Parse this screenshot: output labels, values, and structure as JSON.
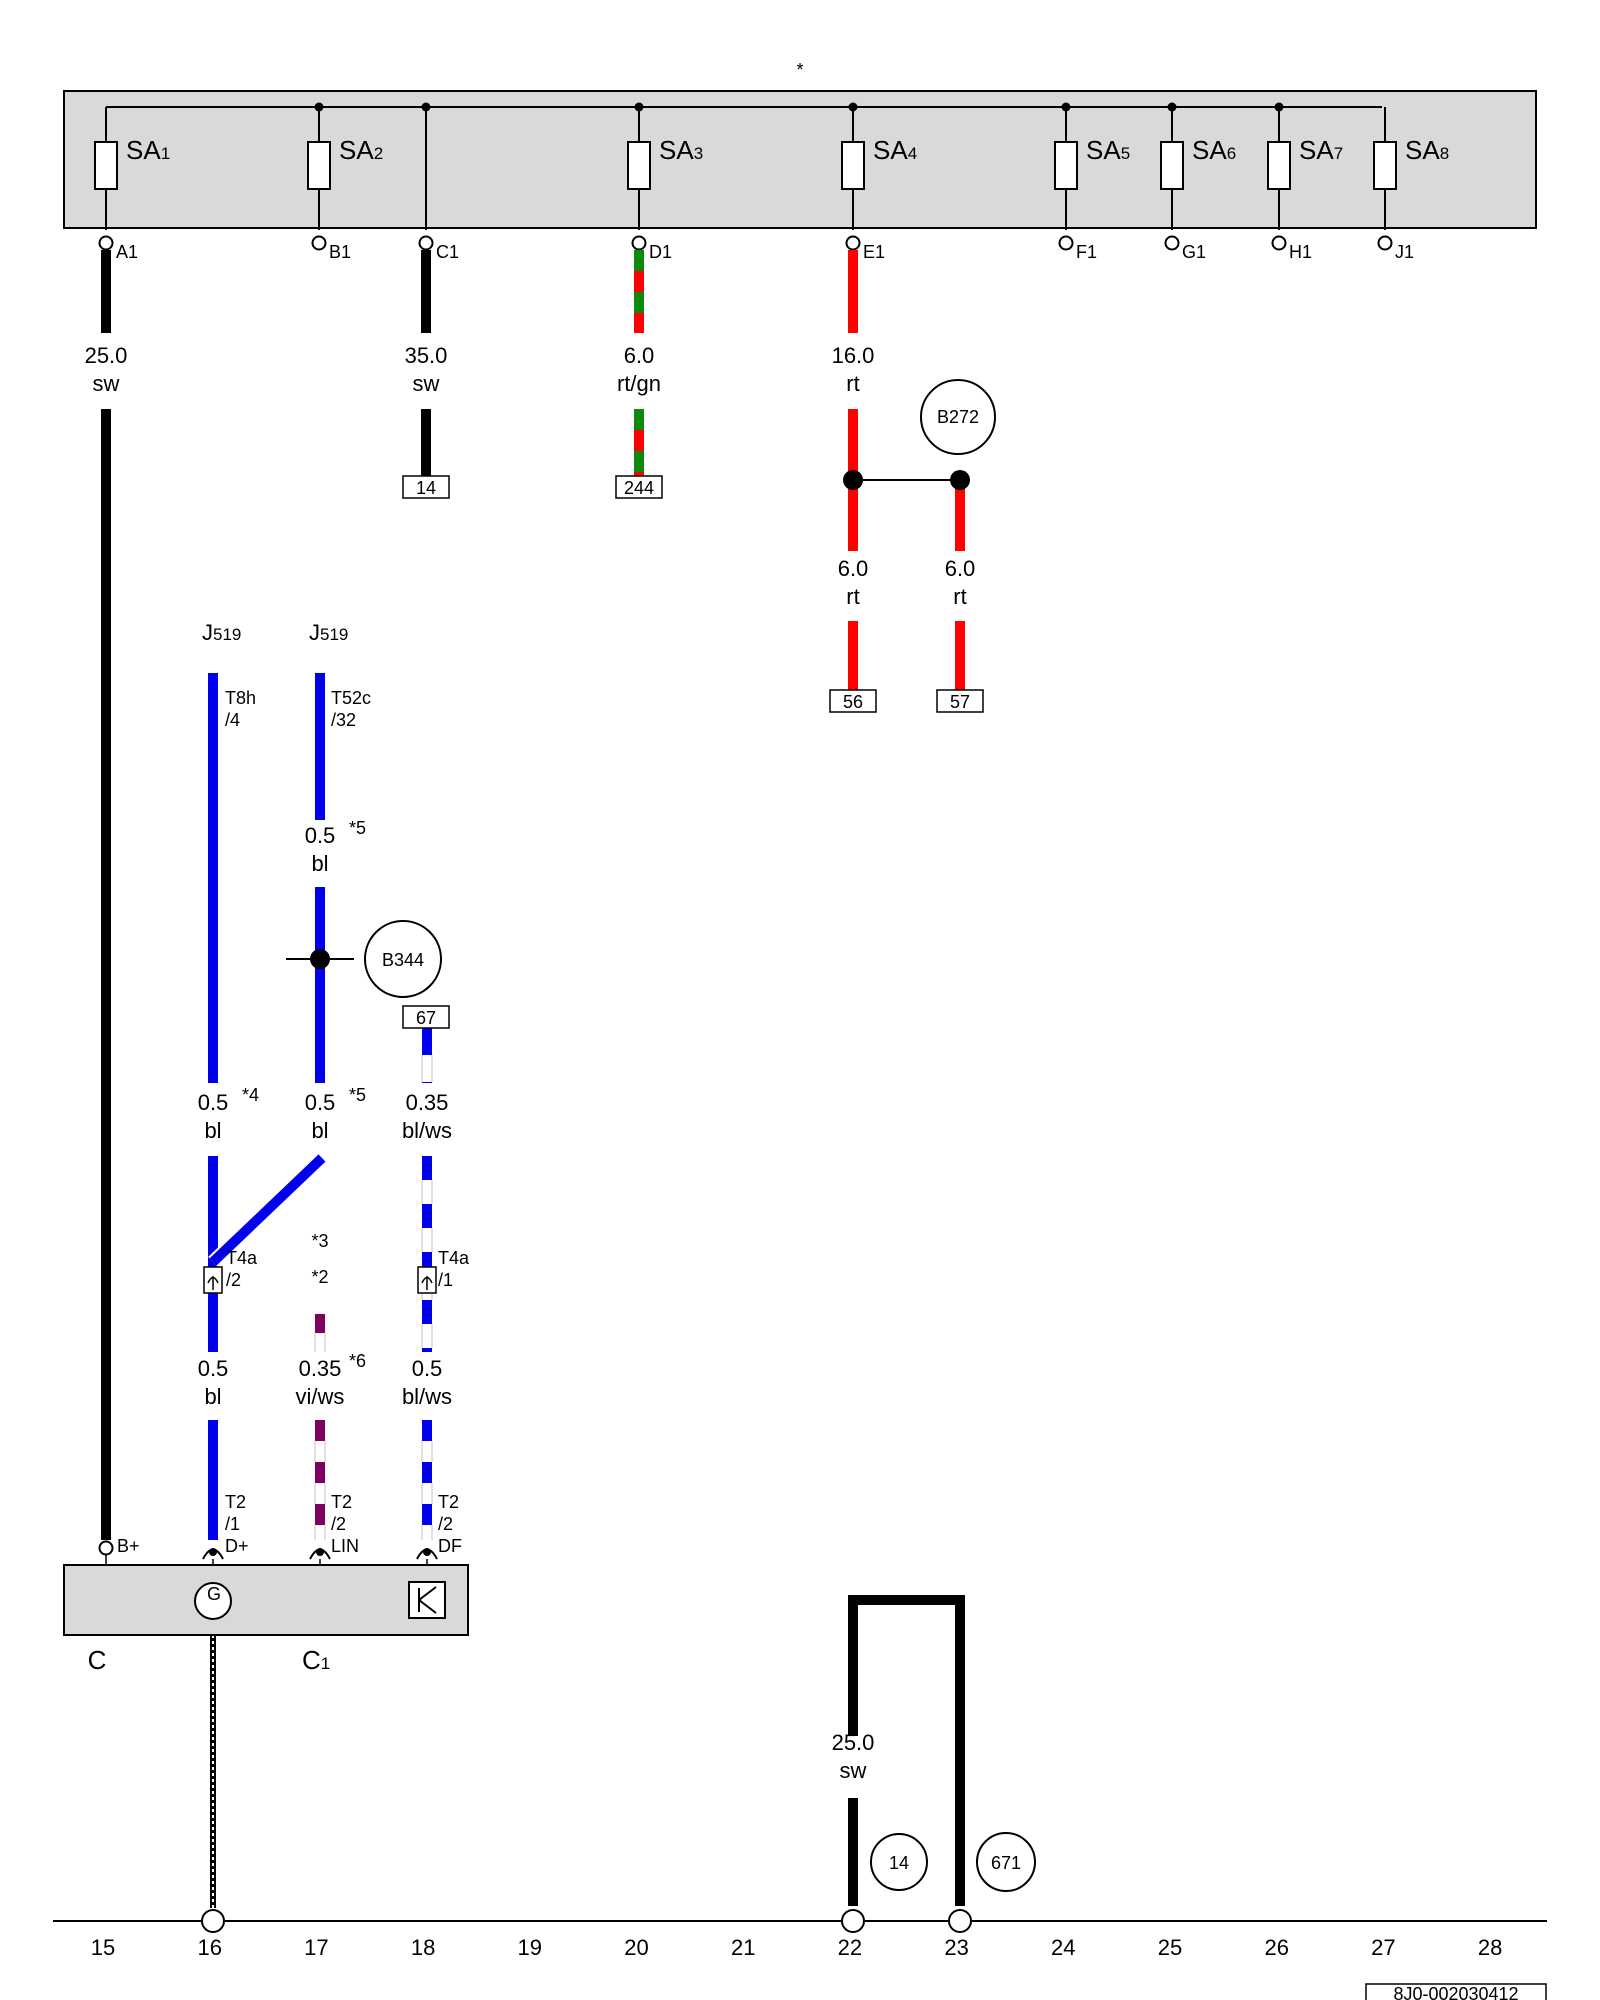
{
  "header": {
    "asterisk": "*"
  },
  "fuse_box": {
    "fuses": [
      {
        "name": "SA",
        "sub": "1"
      },
      {
        "name": "SA",
        "sub": "2"
      },
      {
        "name": "SA",
        "sub": "3"
      },
      {
        "name": "SA",
        "sub": "4"
      },
      {
        "name": "SA",
        "sub": "5"
      },
      {
        "name": "SA",
        "sub": "6"
      },
      {
        "name": "SA",
        "sub": "7"
      },
      {
        "name": "SA",
        "sub": "8"
      }
    ],
    "pins": [
      "A1",
      "B1",
      "C1",
      "D1",
      "E1",
      "F1",
      "G1",
      "H1",
      "J1"
    ]
  },
  "wires": {
    "a1": {
      "size": "25.0",
      "color": "sw"
    },
    "c1": {
      "size": "35.0",
      "color": "sw"
    },
    "d1": {
      "size": "6.0",
      "color": "rt/gn"
    },
    "e1": {
      "size": "16.0",
      "color": "rt"
    },
    "e1_left": {
      "size": "6.0",
      "color": "rt"
    },
    "e1_right": {
      "size": "6.0",
      "color": "rt"
    },
    "j519a_top": {
      "connector": "T8h",
      "pin": "/4"
    },
    "j519b_top": {
      "connector": "T52c",
      "pin": "/32",
      "size": "0.5",
      "color": "bl",
      "note": "*5"
    },
    "col16_mid": {
      "size": "0.5",
      "color": "bl",
      "note": "*4"
    },
    "col17_mid": {
      "size": "0.5",
      "color": "bl",
      "note": "*5"
    },
    "col18_mid": {
      "size": "0.35",
      "color": "bl/ws"
    },
    "col16_low": {
      "size": "0.5",
      "color": "bl"
    },
    "col17_low": {
      "size": "0.35",
      "color": "vi/ws",
      "note": "*6"
    },
    "col18_low": {
      "size": "0.5",
      "color": "bl/ws"
    },
    "bottom": {
      "size": "25.0",
      "color": "sw"
    }
  },
  "references": {
    "c1_ref": "14",
    "d1_ref": "244",
    "e1_left_ref": "56",
    "e1_right_ref": "57",
    "col18_ref": "67"
  },
  "ground_points": {
    "b272": "B272",
    "b344": "B344",
    "g14": "14",
    "g671": "671"
  },
  "components": {
    "j519_a": "J",
    "j519_b": "J",
    "j519_sub": "519",
    "c": "C",
    "c1": "C",
    "c1_sub": "1"
  },
  "connectors": {
    "t4a_left": {
      "name": "T4a",
      "pin": "/2"
    },
    "t4a_right": {
      "name": "T4a",
      "pin": "/1"
    },
    "t2_d": {
      "name": "T2",
      "pin": "/1",
      "term": "D+"
    },
    "t2_lin": {
      "name": "T2",
      "pin": "/2",
      "term": "LIN"
    },
    "t2_df": {
      "name": "T2",
      "pin": "/2",
      "term": "DF"
    },
    "b_plus": "B+",
    "gen_symbol": "G"
  },
  "notes": {
    "n3": "*3",
    "n2": "*2"
  },
  "track_numbers": [
    "15",
    "16",
    "17",
    "18",
    "19",
    "20",
    "21",
    "22",
    "23",
    "24",
    "25",
    "26",
    "27",
    "28"
  ],
  "doc_id": "8J0-002030412",
  "colors": {
    "sw": "#000000",
    "rt": "#ff0000",
    "gn": "#0b8a0b",
    "bl": "#0000ee",
    "vi": "#800060",
    "ws": "#ffffff",
    "box": "#d9d9d9"
  }
}
